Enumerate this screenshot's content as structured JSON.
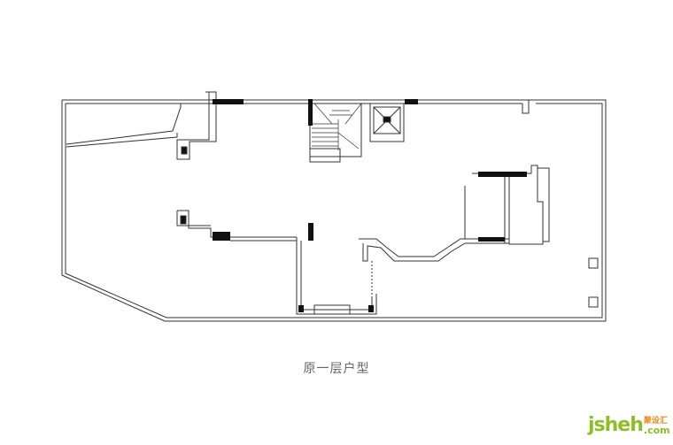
{
  "caption": "原一层户型",
  "watermark": {
    "main": "jsheh",
    "cn": "聚设汇",
    "domain": ".com"
  },
  "colors": {
    "line": "#333333",
    "wall_fill": "#111111",
    "caption": "#666666",
    "logo_green": "#8cbf26",
    "logo_orange": "#f08a1c"
  }
}
